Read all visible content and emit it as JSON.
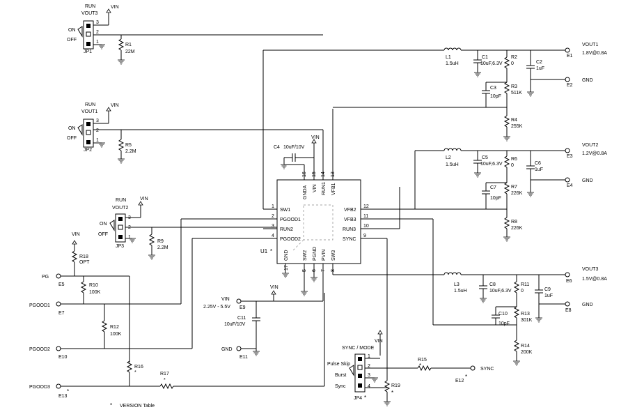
{
  "ic": {
    "ref": "U1",
    "ref_mark": "*",
    "top_pins": [
      {
        "name": "GNDA",
        "num": "16"
      },
      {
        "name": "VIN",
        "num": "15"
      },
      {
        "name": "RUN1",
        "num": "14"
      },
      {
        "name": "VFB1",
        "num": "13"
      }
    ],
    "left_pins": [
      {
        "name": "SW1",
        "num": "1"
      },
      {
        "name": "PGOOD1",
        "num": "2"
      },
      {
        "name": "RUN2",
        "num": "3"
      },
      {
        "name": "PGOOD2",
        "num": "4"
      }
    ],
    "right_pins": [
      {
        "name": "VFB2",
        "num": "12"
      },
      {
        "name": "VFB3",
        "num": "11"
      },
      {
        "name": "RUN3",
        "num": "10"
      },
      {
        "name": "SYNC",
        "num": "9"
      }
    ],
    "bottom_pins": [
      {
        "name": "GND",
        "num": "17"
      },
      {
        "name": "SW2",
        "num": "5"
      },
      {
        "name": "PGND",
        "num": "6"
      },
      {
        "name": "PVIN",
        "num": "7"
      },
      {
        "name": "SW3",
        "num": "8"
      }
    ]
  },
  "jumpers": {
    "jp3_top": {
      "title": "RUN",
      "net": "VOUT3",
      "ref": "JP1",
      "on": "ON",
      "off": "OFF",
      "vin": "VIN",
      "pins": [
        "3",
        "2",
        "1"
      ]
    },
    "jp2": {
      "title": "RUN",
      "net": "VOUT1",
      "ref": "JP2",
      "on": "ON",
      "off": "OFF",
      "vin": "VIN",
      "pins": [
        "3",
        "2",
        "1"
      ]
    },
    "jp3": {
      "title": "RUN",
      "net": "VOUT2",
      "ref": "JP3",
      "on": "ON",
      "off": "OFF",
      "vin": "VIN",
      "pins": [
        "3",
        "2",
        "1"
      ]
    },
    "jp4": {
      "title": "SYNC / MODE",
      "ref": "JP4",
      "ref_mark": "*",
      "vin": "VIN",
      "opt1": "Pulse Skip",
      "opt2": "Burst",
      "opt3": "Sync",
      "pins": [
        "1",
        "2",
        "3",
        "4"
      ]
    }
  },
  "resistors": {
    "r1": {
      "ref": "R1",
      "val": "22M"
    },
    "r5": {
      "ref": "R5",
      "val": "2.2M"
    },
    "r9": {
      "ref": "R9",
      "val": "2.2M"
    },
    "r18": {
      "ref": "R18",
      "val": "OPT"
    },
    "r10": {
      "ref": "R10",
      "val": "100K"
    },
    "r12": {
      "ref": "R12",
      "val": "100K"
    },
    "r16": {
      "ref": "R16",
      "val": "*"
    },
    "r17": {
      "ref": "R17",
      "val": "*"
    },
    "r2": {
      "ref": "R2",
      "val": "0"
    },
    "r3": {
      "ref": "R3",
      "val": "511K"
    },
    "r4": {
      "ref": "R4",
      "val": "255K"
    },
    "r6": {
      "ref": "R6",
      "val": "0"
    },
    "r7": {
      "ref": "R7",
      "val": "226K"
    },
    "r8": {
      "ref": "R8",
      "val": "226K"
    },
    "r11": {
      "ref": "R11",
      "val": "0"
    },
    "r13": {
      "ref": "R13",
      "val": "301K"
    },
    "r14": {
      "ref": "R14",
      "val": "200K"
    },
    "r15": {
      "ref": "R15",
      "val": "*"
    },
    "r19": {
      "ref": "R19",
      "val": "*"
    }
  },
  "caps": {
    "c4": {
      "ref": "C4",
      "val": "10uF/10V"
    },
    "c1": {
      "ref": "C1",
      "val": "10uF,6.3V"
    },
    "c2": {
      "ref": "C2",
      "val": "1uF"
    },
    "c3": {
      "ref": "C3",
      "val": "10pF"
    },
    "c5": {
      "ref": "C5",
      "val": "10uF,6.3V"
    },
    "c6": {
      "ref": "C6",
      "val": "1uF"
    },
    "c7": {
      "ref": "C7",
      "val": "10pF"
    },
    "c8": {
      "ref": "C8",
      "val": "10uF,6.3V"
    },
    "c9": {
      "ref": "C9",
      "val": "1uF"
    },
    "c10": {
      "ref": "C10",
      "val": "10pF"
    },
    "c11": {
      "ref": "C11",
      "val": "10uF/10V"
    }
  },
  "inductors": {
    "l1": {
      "ref": "L1",
      "val": "1.5uH"
    },
    "l2": {
      "ref": "L2",
      "val": "1.5uH"
    },
    "l3": {
      "ref": "L3",
      "val": "1.5uH"
    }
  },
  "terminals": {
    "e1": {
      "ref": "E1",
      "label": "VOUT1",
      "sub": "1.8V@0.8A"
    },
    "e2": {
      "ref": "E2",
      "label": "GND"
    },
    "e3": {
      "ref": "E3",
      "label": "VOUT2",
      "sub": "1.2V@0.8A"
    },
    "e4": {
      "ref": "E4",
      "label": "GND"
    },
    "e6": {
      "ref": "E6",
      "label": "VOUT3",
      "sub": "1.5V@0.8A"
    },
    "e8": {
      "ref": "E8",
      "label": "GND"
    },
    "e9": {
      "ref": "E9",
      "label": "VIN",
      "sub": "2.25V - 5.5V"
    },
    "e11": {
      "ref": "E11",
      "label": "GND"
    },
    "e12": {
      "ref": "E12",
      "label": "SYNC"
    },
    "e5": {
      "ref": "E5",
      "label": "PG"
    },
    "e7": {
      "ref": "E7",
      "label": "PGOOD1"
    },
    "e10": {
      "ref": "E10",
      "label": "PGOOD2"
    },
    "e13": {
      "ref": "E13",
      "label": "PGOOD3"
    }
  },
  "vin": "VIN",
  "legend": {
    "mark": "*",
    "text": "VERSION Table"
  }
}
